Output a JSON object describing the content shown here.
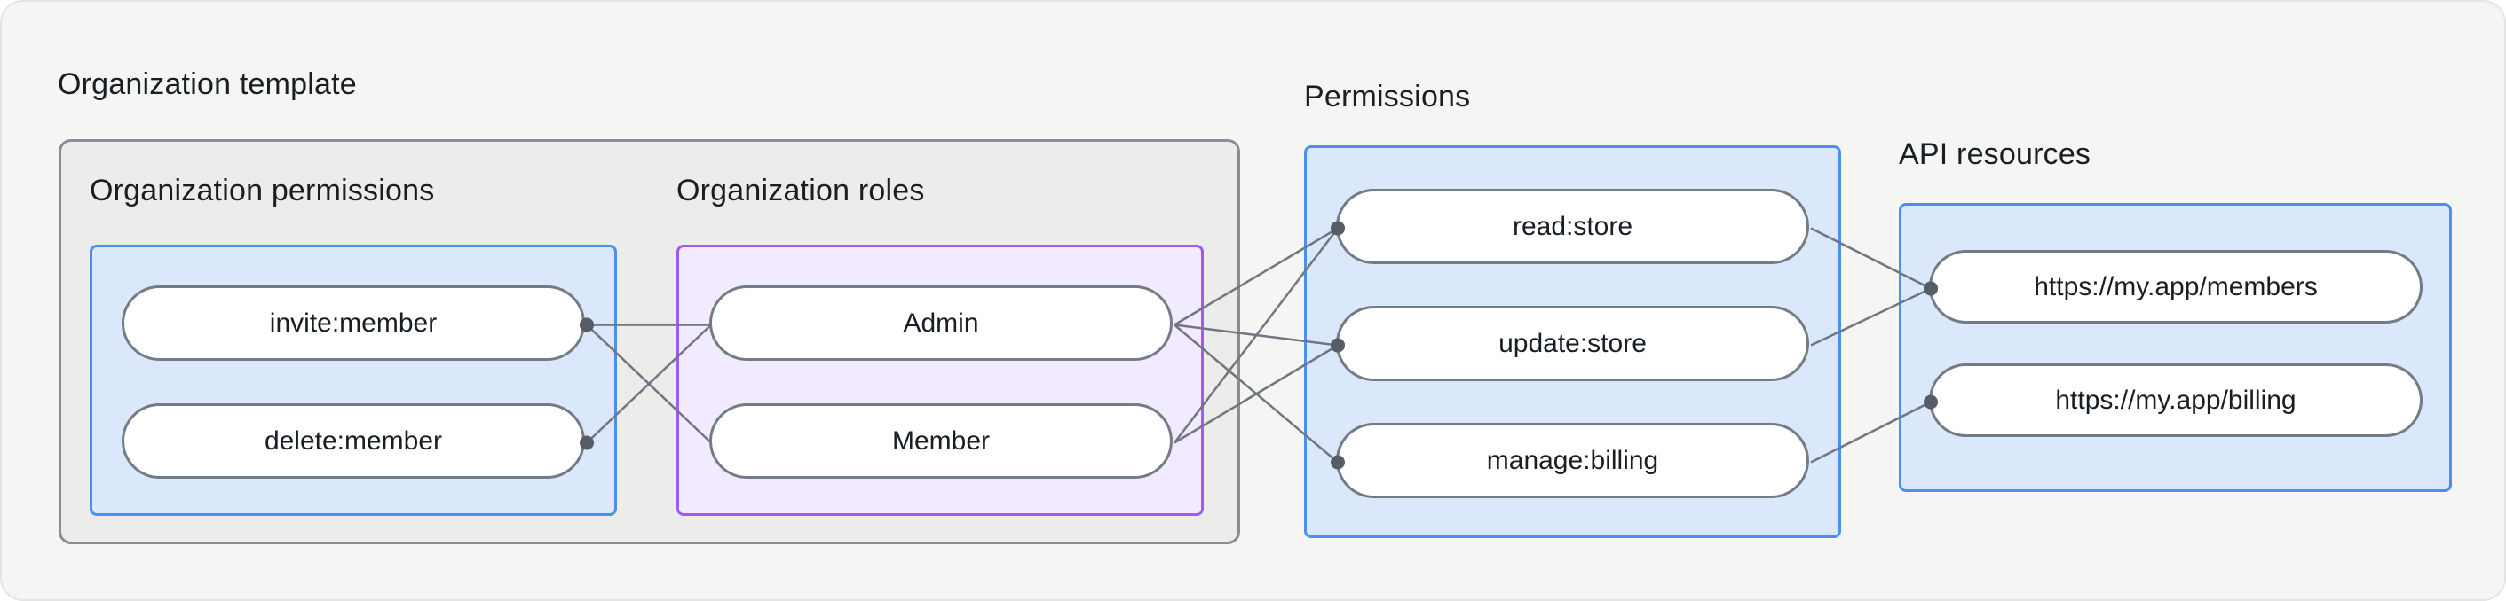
{
  "org_template": {
    "title": "Organization template",
    "permissions": {
      "label": "Organization permissions",
      "items": [
        {
          "id": "invite-member",
          "label": "invite:member"
        },
        {
          "id": "delete-member",
          "label": "delete:member"
        }
      ]
    },
    "roles": {
      "label": "Organization roles",
      "items": [
        {
          "id": "admin",
          "label": "Admin"
        },
        {
          "id": "member",
          "label": "Member"
        }
      ]
    }
  },
  "permissions": {
    "label": "Permissions",
    "items": [
      {
        "id": "read-store",
        "label": "read:store"
      },
      {
        "id": "update-store",
        "label": "update:store"
      },
      {
        "id": "manage-billing",
        "label": "manage:billing"
      }
    ]
  },
  "api_resources": {
    "label": "API resources",
    "items": [
      {
        "id": "api-members",
        "label": "https://my.app/members"
      },
      {
        "id": "api-billing",
        "label": "https://my.app/billing"
      }
    ]
  },
  "edges": [
    {
      "from": "invite-member",
      "to": "admin",
      "dot": "from"
    },
    {
      "from": "invite-member",
      "to": "member",
      "dot": "from"
    },
    {
      "from": "delete-member",
      "to": "admin",
      "dot": "from"
    },
    {
      "from": "admin",
      "to": "read-store",
      "dot": "to"
    },
    {
      "from": "admin",
      "to": "update-store",
      "dot": "to"
    },
    {
      "from": "admin",
      "to": "manage-billing",
      "dot": "to"
    },
    {
      "from": "member",
      "to": "read-store",
      "dot": "to"
    },
    {
      "from": "member",
      "to": "update-store",
      "dot": "to"
    },
    {
      "from": "read-store",
      "to": "api-members",
      "dot": "to"
    },
    {
      "from": "update-store",
      "to": "api-members",
      "dot": "to"
    },
    {
      "from": "manage-billing",
      "to": "api-billing",
      "dot": "to"
    }
  ],
  "colors": {
    "canvas-bg": "#f5f6f3",
    "panel-bg": "#ececea",
    "panel-border": "#8a8e94",
    "blue-bg": "#dbe8fb",
    "blue-border": "#4a90ec",
    "purple-bg": "#f2eafe",
    "purple-border": "#9d5cf4",
    "node-bg": "#ffffff",
    "node-border": "#737b85",
    "edge": "#6f7680",
    "dot": "#565d66",
    "text": "#191e24"
  }
}
